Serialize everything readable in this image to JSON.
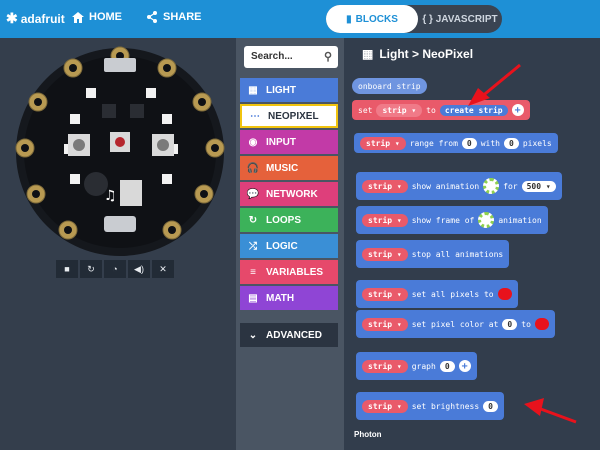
{
  "topbar": {
    "brand": "adafruit",
    "home": "HOME",
    "share": "SHARE",
    "blocks_tab": "BLOCKS",
    "javascript_tab": "{ } JAVASCRIPT"
  },
  "toolbox": {
    "search_placeholder": "Search...",
    "categories": [
      {
        "label": "LIGHT",
        "icon": "grid-icon",
        "color": "#4a7bd8"
      },
      {
        "label": "NEOPIXEL",
        "icon": "dots-icon",
        "color": "#ffffff"
      },
      {
        "label": "INPUT",
        "icon": "target-icon",
        "color": "#c23aa7"
      },
      {
        "label": "MUSIC",
        "icon": "headphones-icon",
        "color": "#e5613b"
      },
      {
        "label": "NETWORK",
        "icon": "chat-icon",
        "color": "#de3f7b"
      },
      {
        "label": "LOOPS",
        "icon": "refresh-icon",
        "color": "#3cb25a"
      },
      {
        "label": "LOGIC",
        "icon": "shuffle-icon",
        "color": "#3a8fd6"
      },
      {
        "label": "VARIABLES",
        "icon": "list-icon",
        "color": "#e6496b"
      },
      {
        "label": "MATH",
        "icon": "calculator-icon",
        "color": "#8f45d5"
      },
      {
        "label": "ADVANCED",
        "icon": "chevron-down-icon",
        "color": "#2b3441"
      }
    ]
  },
  "workspace": {
    "title": "Light > NeoPixel",
    "photon": "Photon"
  },
  "blocks": {
    "onboard": "onboard strip",
    "set_kw": "set",
    "strip": "strip ▾",
    "to": "to",
    "create_strip": "create strip",
    "range_from": "range from",
    "range_val": "0",
    "with": "with",
    "with_val": "0",
    "pixels": "pixels",
    "show_animation": "show animation",
    "for": "for",
    "for_val": "500 ▾",
    "show_frame": "show frame of",
    "animation": "animation",
    "stop_all": "stop all animations",
    "set_all": "set all pixels to",
    "set_pixel": "set pixel color at",
    "pixel_val": "0",
    "to2": "to",
    "graph": "graph",
    "graph_val": "0",
    "set_brightness": "set brightness",
    "brightness_val": "0"
  },
  "colors": {
    "topbar": "#1e90d6",
    "block_blue": "#4a7bd8",
    "variable_pill": "#e95a6a",
    "arrow_red": "#e8121c"
  }
}
